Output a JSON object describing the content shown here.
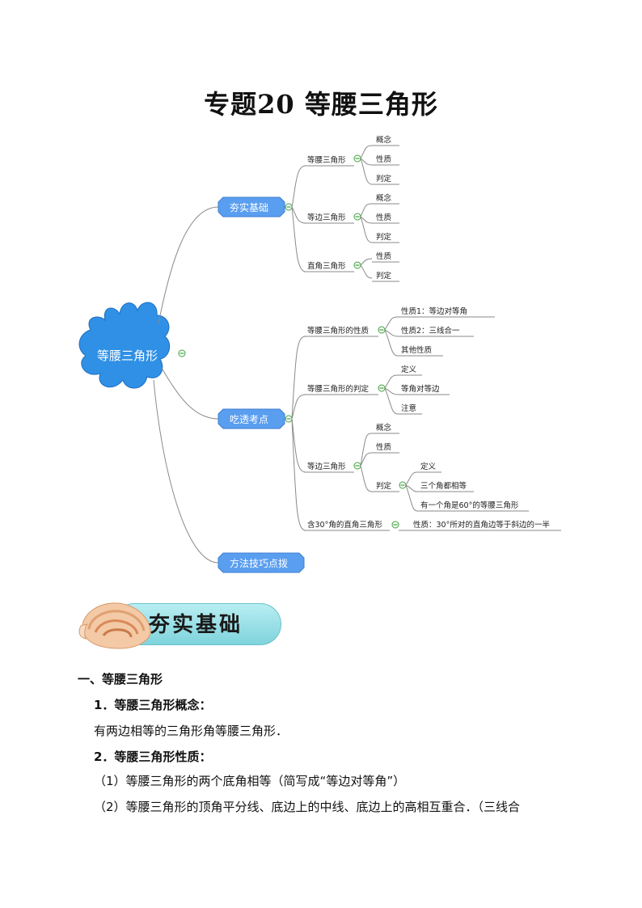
{
  "title": "专题20  等腰三角形",
  "mindmap": {
    "root": "等腰三角形",
    "main": [
      "夯实基础",
      "吃透考点",
      "方法技巧点拨"
    ],
    "basics": {
      "isosceles": {
        "label": "等腰三角形",
        "children": [
          "概念",
          "性质",
          "判定"
        ]
      },
      "equilateral": {
        "label": "等边三角形",
        "children": [
          "概念",
          "性质",
          "判定"
        ]
      },
      "right": {
        "label": "直角三角形",
        "children": [
          "性质",
          "判定"
        ]
      }
    },
    "points": {
      "iso_props": {
        "label": "等腰三角形的性质",
        "children": [
          "性质1：等边对等角",
          "性质2：三线合一",
          "其他性质"
        ]
      },
      "iso_judge": {
        "label": "等腰三角形的判定",
        "children": [
          "定义",
          "等角对等边",
          "注意"
        ]
      },
      "equi": {
        "label": "等边三角形",
        "children": [
          "概念",
          "性质",
          "判定"
        ],
        "judge_children": [
          "定义",
          "三个角都相等",
          "有一个角是60°的等腰三角形"
        ]
      },
      "right30": {
        "label": "含30°角的直角三角形",
        "child": "性质：30°所对的直角边等于斜边的一半"
      }
    }
  },
  "banner": "夯实基础",
  "content": {
    "section1": "一、等腰三角形",
    "item1_title": "1．等腰三角形概念：",
    "item1_text": "有两边相等的三角形角等腰三角形．",
    "item2_title": "2．等腰三角形性质：",
    "item2_p1": "（1）等腰三角形的两个底角相等（简写成“等边对等角”）",
    "item2_p2": "（2）等腰三角形的顶角平分线、底边上的中线、底边上的高相互重合．（三线合"
  }
}
